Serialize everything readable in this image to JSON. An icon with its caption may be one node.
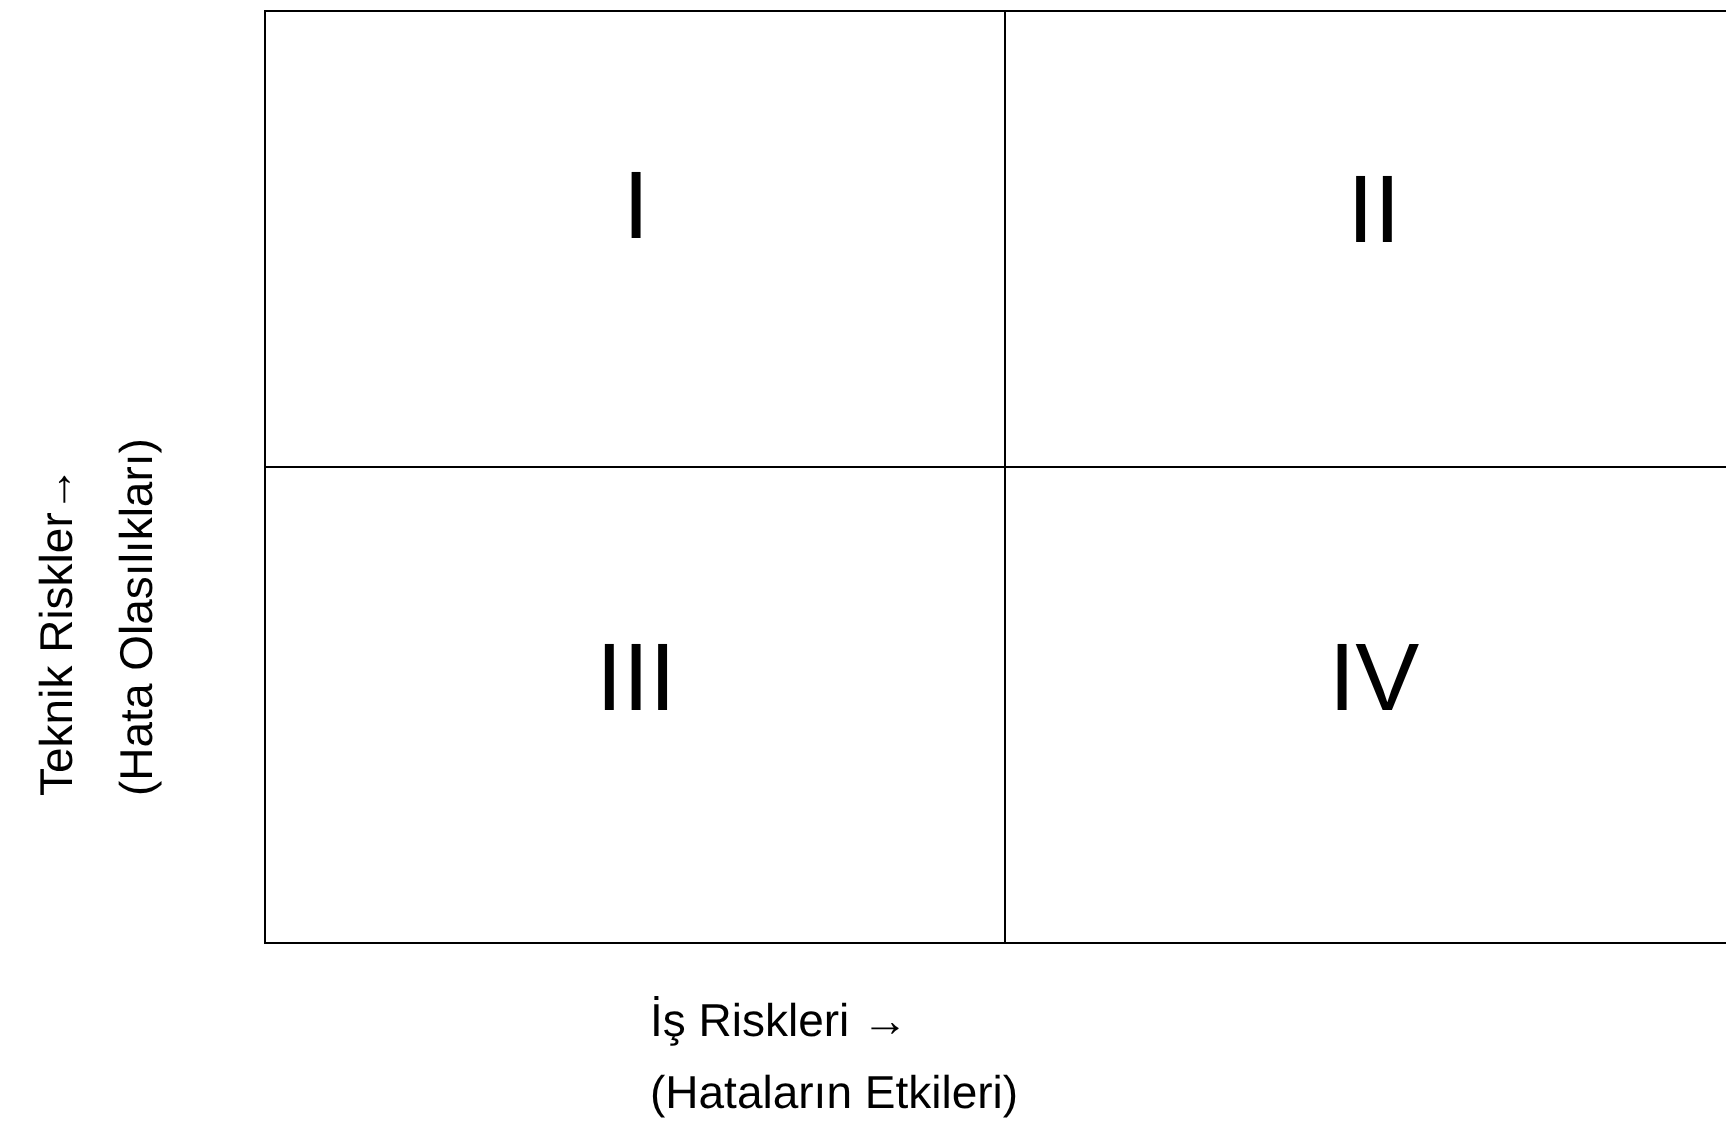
{
  "diagram": {
    "nodes": [
      {
        "text": [
          "I"
        ]
      },
      {
        "text": [
          "II"
        ]
      },
      {
        "text": [
          "III"
        ]
      },
      {
        "text": [
          "IV"
        ]
      }
    ],
    "labels": [
      "Teknik Riskler→",
      "(Hata Olasılıkları)",
      "İş Riskleri →",
      "(Hataların Etkileri)"
    ]
  }
}
